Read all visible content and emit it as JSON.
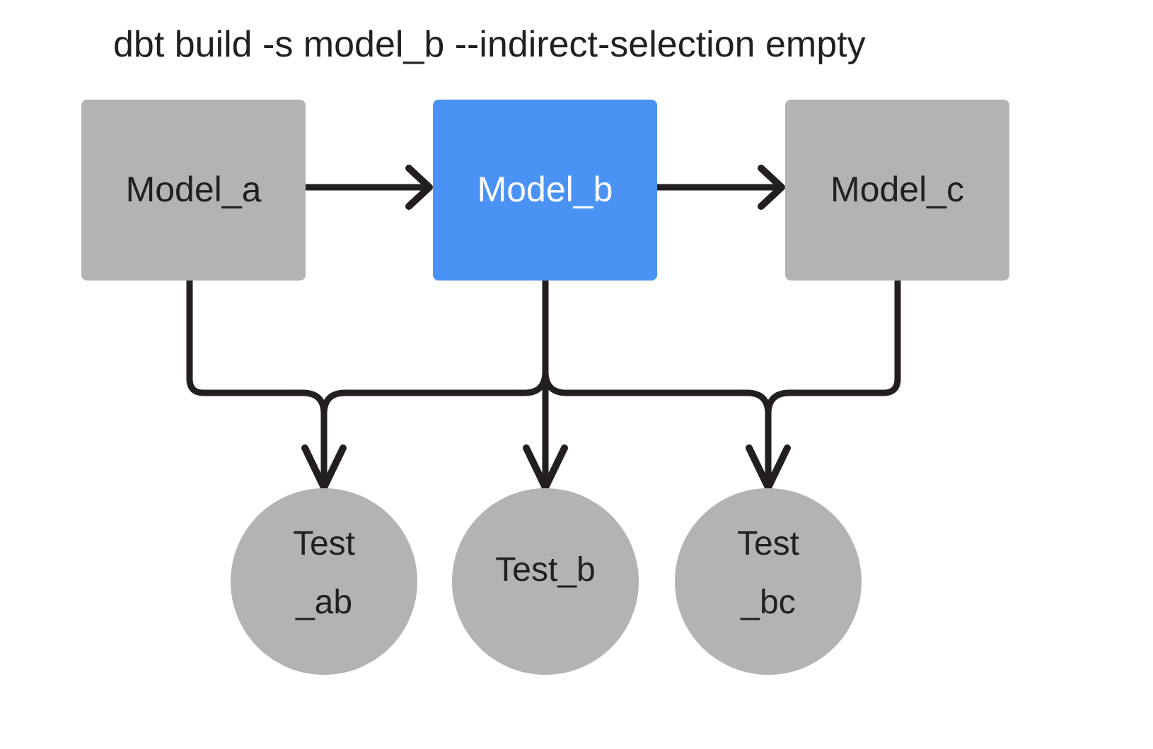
{
  "title": "dbt build -s model_b --indirect-selection empty",
  "colors": {
    "background": "#ffffff",
    "node_gray": "#b3b3b3",
    "node_selected_blue": "#4a93f5",
    "edge_black": "#231f20",
    "text_dark": "#231f20",
    "text_light": "#ffffff"
  },
  "models": [
    {
      "id": "model_a",
      "label": "Model_a",
      "state": "unselected",
      "fill": "#b3b3b3",
      "text_color": "#231f20"
    },
    {
      "id": "model_b",
      "label": "Model_b",
      "state": "selected",
      "fill": "#4a93f5",
      "text_color": "#ffffff"
    },
    {
      "id": "model_c",
      "label": "Model_c",
      "state": "unselected",
      "fill": "#b3b3b3",
      "text_color": "#231f20"
    }
  ],
  "tests": [
    {
      "id": "test_ab",
      "label": "Test_ab",
      "line1": "Test",
      "line2": "_ab",
      "state": "unselected",
      "fill": "#b3b3b3"
    },
    {
      "id": "test_b",
      "label": "Test_b",
      "line1": "Test_b",
      "line2": "",
      "state": "unselected",
      "fill": "#b3b3b3"
    },
    {
      "id": "test_bc",
      "label": "Test_bc",
      "line1": "Test",
      "line2": "_bc",
      "state": "unselected",
      "fill": "#b3b3b3"
    }
  ],
  "edges": [
    {
      "id": "model_a-to-model_b",
      "from": "model_a",
      "to": "model_b",
      "style": "straight-right"
    },
    {
      "id": "model_b-to-model_c",
      "from": "model_b",
      "to": "model_c",
      "style": "straight-right"
    },
    {
      "id": "model_a-to-test_ab",
      "from": "model_a",
      "to": "test_ab",
      "style": "elbow-down"
    },
    {
      "id": "model_b-to-test_b",
      "from": "model_b",
      "to": "test_b",
      "style": "straight-down"
    },
    {
      "id": "model_b-to-test_ab",
      "from": "model_b",
      "to": "test_ab",
      "style": "elbow-down"
    },
    {
      "id": "model_b-to-test_bc",
      "from": "model_b",
      "to": "test_bc",
      "style": "elbow-down"
    },
    {
      "id": "model_c-to-test_bc",
      "from": "model_c",
      "to": "test_bc",
      "style": "elbow-down"
    }
  ]
}
